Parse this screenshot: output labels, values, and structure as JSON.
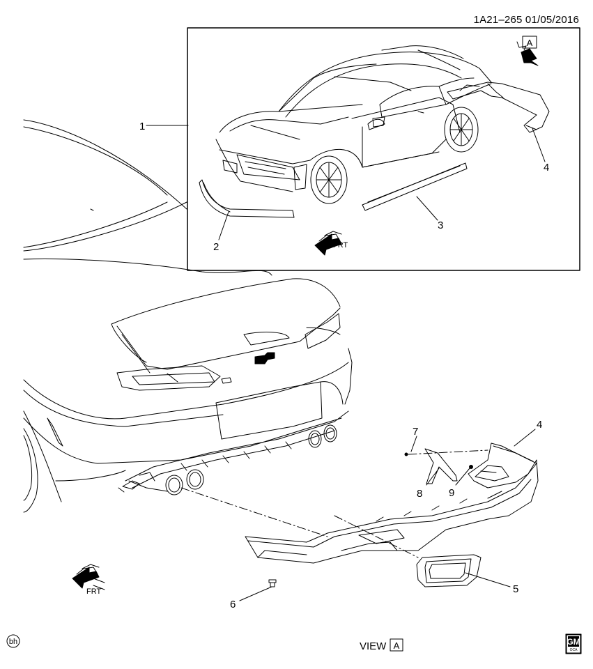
{
  "header": {
    "doc_id": "1A21–265  01/05/2016"
  },
  "inset": {
    "view_label": "A",
    "front_label": "FRT"
  },
  "main": {
    "front_label": "FRT"
  },
  "callouts": {
    "c1": "1",
    "c2": "2",
    "c3": "3",
    "c4a": "4",
    "c4b": "4",
    "c5": "5",
    "c6": "6",
    "c7": "7",
    "c8": "8",
    "c9": "9"
  },
  "footer": {
    "view_text": "VIEW",
    "view_box": "A",
    "left_mark": "bh",
    "logo_text": "GM",
    "logo_sub": "OCA"
  },
  "colors": {
    "line": "#000000",
    "background": "#ffffff"
  }
}
